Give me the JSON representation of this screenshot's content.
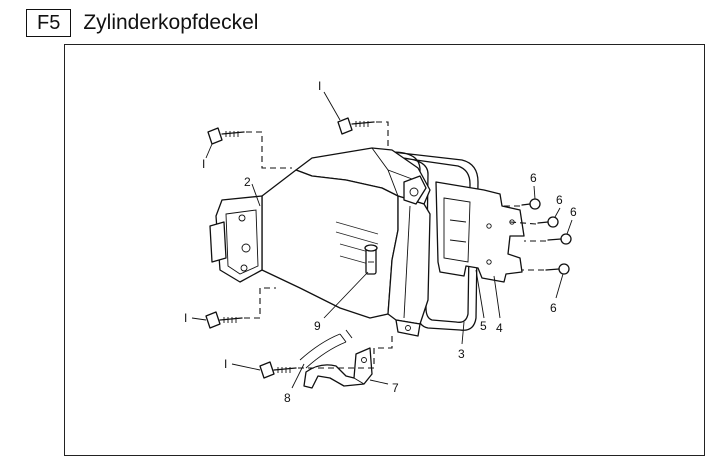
{
  "header": {
    "code": "F5",
    "title": "Zylinderkopfdeckel"
  },
  "callouts": {
    "bolt_top": "I",
    "bolt_upper_left": "I",
    "bolt_lower_left": "I",
    "bolt_bottom": "I",
    "cover": "2",
    "gasket": "3",
    "flange": "4",
    "seal": "5",
    "screw_a": "6",
    "screw_b": "6",
    "screw_c": "6",
    "screw_d": "6",
    "bracket": "7",
    "hose": "8",
    "breather": "9"
  }
}
